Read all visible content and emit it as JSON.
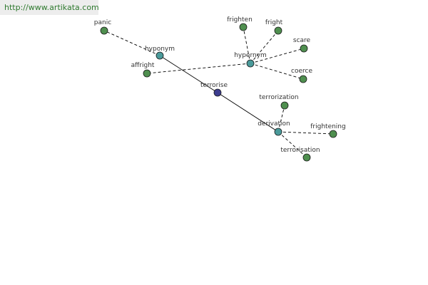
{
  "watermark": "http://www.artikata.com",
  "colors": {
    "leaf": "#4f8f4f",
    "relation": "#4a9a9a",
    "center": "#3d3d8f",
    "edge": "#000000"
  },
  "nodes": [
    {
      "id": "terrorise",
      "label": "terrorise",
      "kind": "center"
    },
    {
      "id": "hyponym1",
      "label": "hyponym",
      "kind": "relation"
    },
    {
      "id": "hypernym",
      "label": "hypernym",
      "kind": "relation"
    },
    {
      "id": "derivation",
      "label": "derivation",
      "kind": "relation"
    },
    {
      "id": "panic",
      "label": "panic",
      "kind": "leaf"
    },
    {
      "id": "affright",
      "label": "affright",
      "kind": "leaf"
    },
    {
      "id": "frighten",
      "label": "frighten",
      "kind": "leaf"
    },
    {
      "id": "fright",
      "label": "fright",
      "kind": "leaf"
    },
    {
      "id": "scare",
      "label": "scare",
      "kind": "leaf"
    },
    {
      "id": "coerce",
      "label": "coerce",
      "kind": "leaf"
    },
    {
      "id": "terrorization",
      "label": "terrorization",
      "kind": "leaf"
    },
    {
      "id": "frightening",
      "label": "frightening",
      "kind": "leaf"
    },
    {
      "id": "terrorisation",
      "label": "terrorisation",
      "kind": "leaf"
    }
  ],
  "edges": [
    {
      "from": "terrorise",
      "to": "hyponym1",
      "style": "solid"
    },
    {
      "from": "terrorise",
      "to": "derivation",
      "style": "solid"
    },
    {
      "from": "hyponym1",
      "to": "panic",
      "style": "dashed"
    },
    {
      "from": "hypernym",
      "to": "affright",
      "style": "dashed"
    },
    {
      "from": "hypernym",
      "to": "frighten",
      "style": "dashed"
    },
    {
      "from": "hypernym",
      "to": "fright",
      "style": "dashed"
    },
    {
      "from": "hypernym",
      "to": "scare",
      "style": "dashed"
    },
    {
      "from": "hypernym",
      "to": "coerce",
      "style": "dashed"
    },
    {
      "from": "derivation",
      "to": "terrorization",
      "style": "dashed"
    },
    {
      "from": "derivation",
      "to": "frightening",
      "style": "dashed"
    },
    {
      "from": "derivation",
      "to": "terrorisation",
      "style": "dashed"
    }
  ]
}
